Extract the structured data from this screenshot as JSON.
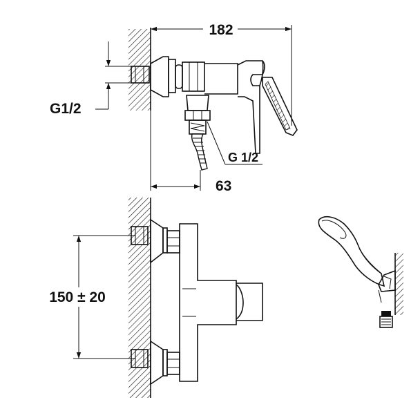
{
  "dimensions": {
    "width_total": "182",
    "depth": "63",
    "inlet_thread": "G1/2",
    "outlet_thread": "G 1/2",
    "center_distance": "150 ± 20"
  },
  "colors": {
    "line": "#111111",
    "background": "#ffffff"
  }
}
